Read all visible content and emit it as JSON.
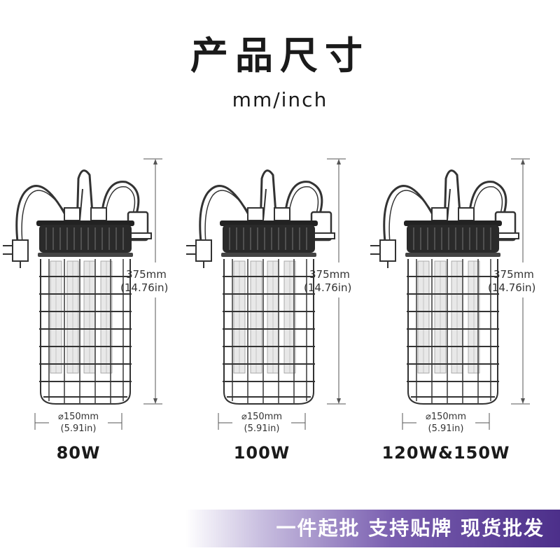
{
  "header": {
    "title": "产品尺寸",
    "subtitle": "mm/inch"
  },
  "products": [
    {
      "watt": "80W",
      "height_mm": "375mm",
      "height_in": "(14.76in)",
      "dia_mm": "⌀150mm",
      "dia_in": "(5.91in)"
    },
    {
      "watt": "100W",
      "height_mm": "375mm",
      "height_in": "(14.76in)",
      "dia_mm": "⌀150mm",
      "dia_in": "(5.91in)"
    },
    {
      "watt": "120W&150W",
      "height_mm": "375mm",
      "height_in": "(14.76in)",
      "dia_mm": "⌀150mm",
      "dia_in": "(5.91in)"
    }
  ],
  "banner": {
    "text": "一件起批 支持贴牌 现货批发"
  },
  "colors": {
    "banner_start": "#c9bfe0",
    "banner_end": "#4c2f8a",
    "lamp_cap": "#2a2a2a"
  }
}
